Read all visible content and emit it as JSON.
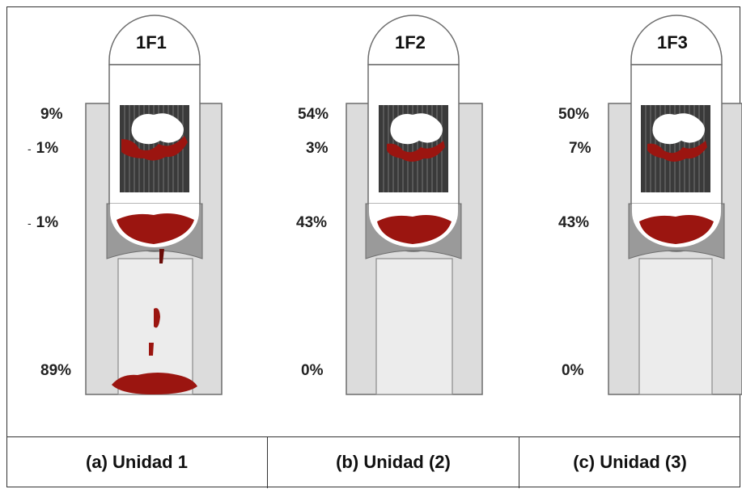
{
  "units": [
    {
      "title": "1F1",
      "caption": "(a) Unidad 1",
      "labels": [
        {
          "text": "9%",
          "marker": ""
        },
        {
          "text": "1%",
          "marker": "-"
        },
        {
          "text": "1%",
          "marker": "-"
        },
        {
          "text": "89%",
          "marker": ""
        }
      ]
    },
    {
      "title": "1F2",
      "caption": "(b) Unidad (2)",
      "labels": [
        {
          "text": "54%",
          "marker": ""
        },
        {
          "text": "3%",
          "marker": ""
        },
        {
          "text": "43%",
          "marker": ""
        },
        {
          "text": "0%",
          "marker": ""
        }
      ]
    },
    {
      "title": "1F3",
      "caption": "(c) Unidad (3)",
      "labels": [
        {
          "text": "50%",
          "marker": ""
        },
        {
          "text": "7%",
          "marker": ""
        },
        {
          "text": "43%",
          "marker": ""
        },
        {
          "text": "0%",
          "marker": ""
        }
      ]
    }
  ],
  "colors": {
    "debris": "#9b1510",
    "debris_dark": "#6a0c08",
    "core_grid": "#3a3a3a",
    "vessel_fill": "#d4d4d4",
    "pedestal_fill": "#e6e6e6",
    "outline": "#6d6d6d"
  }
}
